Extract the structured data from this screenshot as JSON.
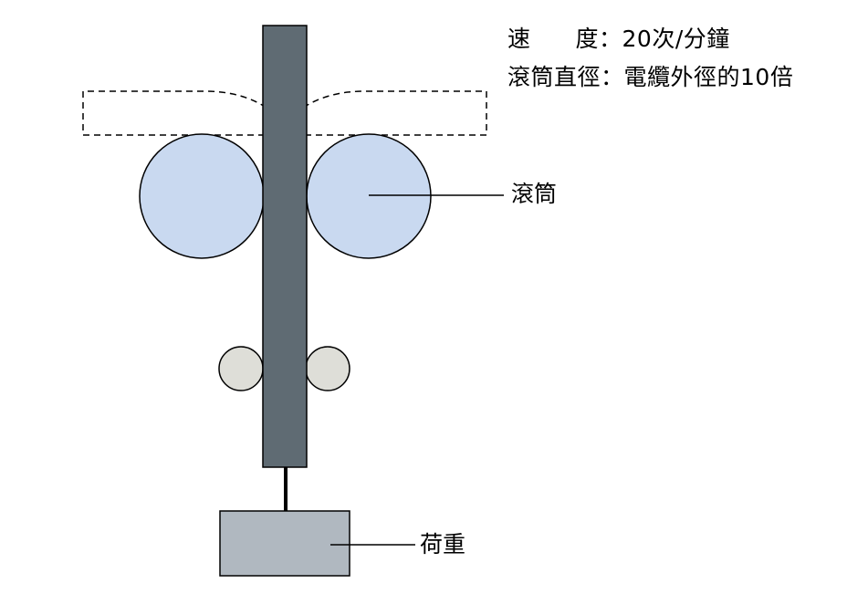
{
  "specs": {
    "speed_key_1": "速",
    "speed_key_2": "度",
    "speed_sep": "：",
    "speed_value": "20次/分鐘",
    "diameter_key": "滾筒直徑",
    "diameter_sep": "：",
    "diameter_value": "電纜外徑的10倍"
  },
  "labels": {
    "drum": "滾筒",
    "load": "荷重"
  },
  "colors": {
    "cable": "#5f6b73",
    "drum_fill": "#c9d9f0",
    "guide_roller_fill": "#deded8",
    "load_fill": "#b0b8c0",
    "stroke": "#000000"
  }
}
